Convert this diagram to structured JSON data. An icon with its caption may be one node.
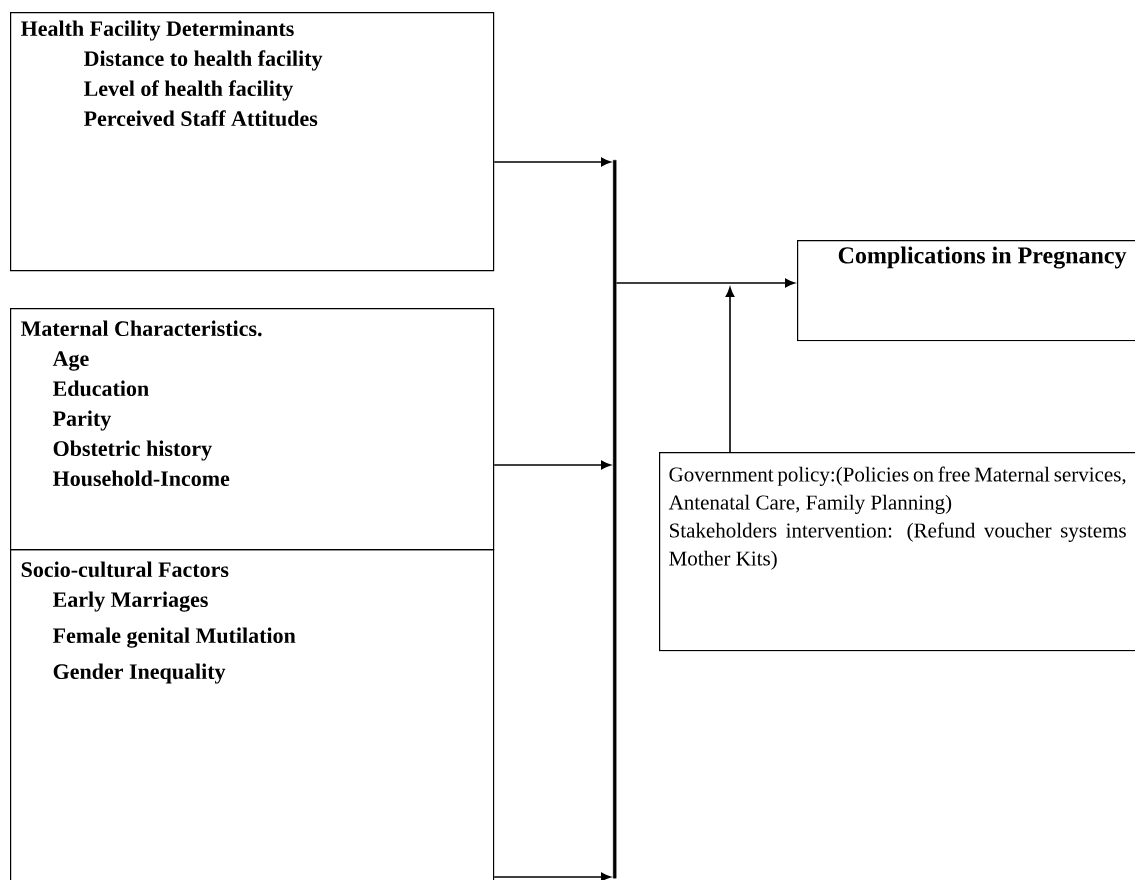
{
  "diagram": {
    "nodes": [
      {
        "text": [
          "Health Facility Determinants",
          "Distance to health facility",
          "Level of health facility",
          "Perceived Staff Attitudes"
        ]
      },
      {
        "text": [
          "Maternal Characteristics.",
          "Age",
          "Education",
          "Parity",
          "Obstetric history",
          "Household-Income"
        ]
      },
      {
        "text": [
          "Socio-cultural Factors",
          "Early Marriages",
          "Female genital Mutilation",
          "Gender Inequality"
        ]
      },
      {
        "text": [
          "Complications in Pregnancy"
        ]
      },
      {
        "text": [
          "Government policy:(Policies on free Maternal services, Antenatal Care, Family Planning)",
          "Stakeholders intervention: (Refund voucher systems Mother Kits)"
        ]
      },
      {
        "text": [],
        "shape": "bar"
      }
    ],
    "edges": [
      {
        "from": 0,
        "to": 5,
        "arrow": "to"
      },
      {
        "from": 1,
        "to": 5,
        "arrow": "to"
      },
      {
        "from": 2,
        "to": 5,
        "arrow": "to"
      },
      {
        "from": 5,
        "to": 3,
        "arrow": "to"
      },
      {
        "from": 4,
        "to": null,
        "arrow": "to"
      }
    ]
  }
}
